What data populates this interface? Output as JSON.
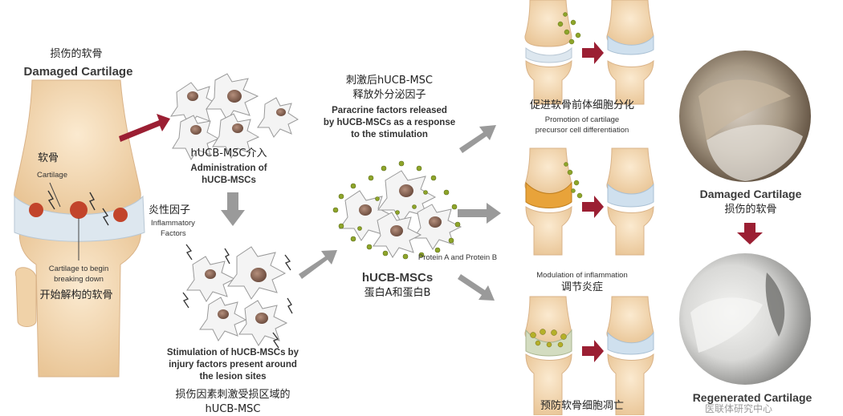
{
  "left_knee": {
    "title_cn": "损伤的软骨",
    "title_en": "Damaged Cartilage",
    "cartilage_cn": "软骨",
    "cartilage_en": "Cartilage",
    "breaking_en_1": "Cartilage to begin",
    "breaking_en_2": "breaking down",
    "breaking_cn": "开始解构的软骨"
  },
  "administration": {
    "cn": "hUCB-MSC介入",
    "en_1": "Administration of",
    "en_2": "hUCB-MSCs"
  },
  "inflammatory": {
    "cn": "炎性因子",
    "en_1": "Inflammatory",
    "en_2": "Factors"
  },
  "stimulation": {
    "en_1": "Stimulation of hUCB-MSCs by",
    "en_2": "injury factors present around",
    "en_3": "the lesion sites",
    "cn_1": "损伤因素刺激受损区域的",
    "cn_2": "hUCB-MSC"
  },
  "paracrine": {
    "cn_1": "刺激后hUCB-MSC",
    "cn_2": "释放外分泌因子",
    "en_1": "Paracrine factors released",
    "en_2": "by hUCB-MSCs as a response",
    "en_3": "to the stimulation"
  },
  "center": {
    "protein_en": "Protein A and Protein B",
    "title_en": "hUCB-MSCs",
    "protein_cn": "蛋白A和蛋白B"
  },
  "outcomes": {
    "top_cn": "促进软骨前体细胞分化",
    "top_en_1": "Promotion of cartilage",
    "top_en_2": "precursor cell differentiation",
    "mid_en": "Modulation of inflammation",
    "mid_cn": "调节炎症",
    "bottom_cn": "预防软骨细胞凋亡"
  },
  "photos": {
    "damaged_en": "Damaged Cartilage",
    "damaged_cn": "损伤的软骨",
    "regenerated_en": "Regenerated Cartilage"
  },
  "watermark": "医联体研究中心",
  "colors": {
    "arrow_red": "#9b1f33",
    "arrow_grey": "#9a9a9a",
    "bone": "#f3d9b4",
    "cartilage": "#d7e3ee",
    "cell_body": "#8c6a5a",
    "protein_green": "#8ea52a"
  }
}
